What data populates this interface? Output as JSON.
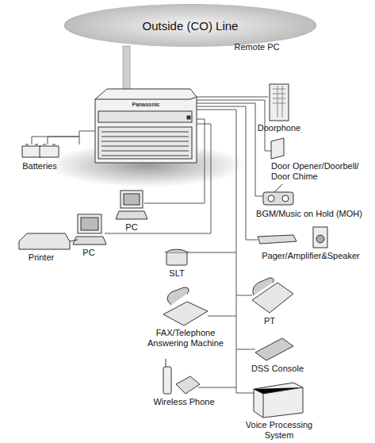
{
  "diagram": {
    "nodes": [
      {
        "text": [
          "Outside (CO) Line"
        ]
      }
    ],
    "labels": [
      "Remote PC",
      "Panasonic",
      "Doorphone",
      "Door Opener/Doorbell/ Door Chime",
      "BGM/Music on Hold (MOH)",
      "Batteries",
      "PC",
      "Printer",
      "PC",
      "Pager/Amplifier&Speaker",
      "SLT",
      "PT",
      "FAX/Telephone Answering Machine",
      "DSS Console",
      "Wireless Phone",
      "Voice Processing System"
    ]
  }
}
